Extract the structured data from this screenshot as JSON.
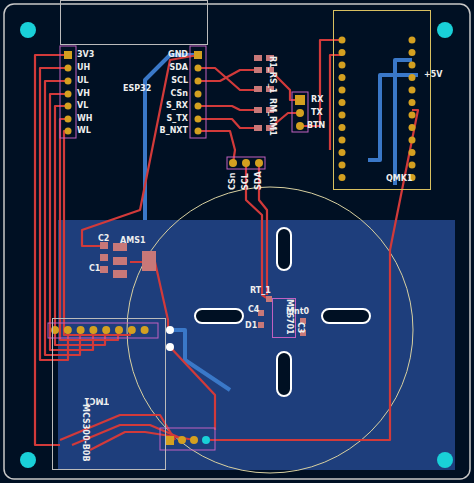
{
  "diagram": {
    "nodes": [
      {
        "text": [
          "ESP32"
        ]
      },
      {
        "text": [
          "QMK1"
        ]
      },
      {
        "text": [
          "MT6701"
        ]
      },
      {
        "text": [
          "TMC1",
          "MCS300-B0B"
        ]
      }
    ],
    "labels": [
      "3V3",
      "UH",
      "UL",
      "VH",
      "VL",
      "WH",
      "WL",
      "GND",
      "SDA",
      "SCL",
      "CSn",
      "S_RX",
      "S_TX",
      "B_NXT",
      "R1_RS_1",
      "RM_RM1",
      "RX",
      "TX",
      "BTN",
      "CSn",
      "SCL",
      "SDA",
      "C2",
      "C1",
      "AMS1",
      "RT_1",
      "C4",
      "D1",
      "Mnt0",
      "C3",
      "+5V"
    ]
  }
}
